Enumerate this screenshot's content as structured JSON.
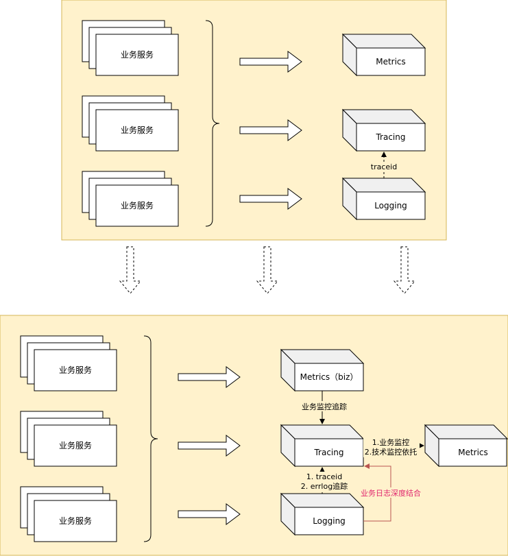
{
  "colors": {
    "panel_fill": "#fff2cc",
    "panel_stroke": "#d6b656",
    "box_fill": "#ffffff",
    "box_side": "#f0f0f0",
    "stroke": "#000000",
    "highlight": "#b85450",
    "highlight_text": "#e0266e"
  },
  "top": {
    "services": [
      {
        "label": "业务服务"
      },
      {
        "label": "业务服务"
      },
      {
        "label": "业务服务"
      }
    ],
    "components": {
      "metrics": "Metrics",
      "tracing": "Tracing",
      "logging": "Logging"
    },
    "traceid_label": "traceid"
  },
  "bottom": {
    "services": [
      {
        "label": "业务服务"
      },
      {
        "label": "业务服务"
      },
      {
        "label": "业务服务"
      }
    ],
    "components": {
      "metrics_biz": "Metrics（biz）",
      "tracing": "Tracing",
      "logging": "Logging",
      "metrics": "Metrics"
    },
    "edge_labels": {
      "biz_trace": "业务监控追踪",
      "tracing_to_metrics_1": "1.业务监控",
      "tracing_to_metrics_2": "2.技术监控依托",
      "logging_to_tracing_1": "1. traceid",
      "logging_to_tracing_2": "2. errlog追踪",
      "deep_integration": "业务日志深度结合"
    }
  }
}
